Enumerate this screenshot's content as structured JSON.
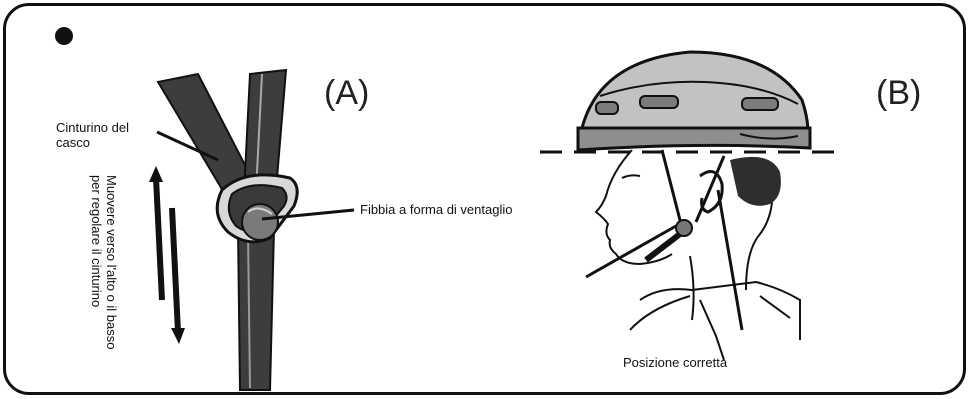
{
  "panel_a": {
    "letter": "(A)",
    "strap_label_line1": "Cinturino del",
    "strap_label_line2": "casco",
    "buckle_label": "Fibbia a forma di ventaglio",
    "move_label_line1": "Muovere verso l'alto o il basso",
    "move_label_line2": "per regolare il cinturino"
  },
  "panel_b": {
    "letter": "(B)",
    "position_label": "Posizione corretta"
  },
  "colors": {
    "strap": "#3a3a3a",
    "strap_edge": "#9a9a9a",
    "buckle": "#7a7a7a",
    "helmet": "#bdbdbd",
    "line": "#111111"
  }
}
